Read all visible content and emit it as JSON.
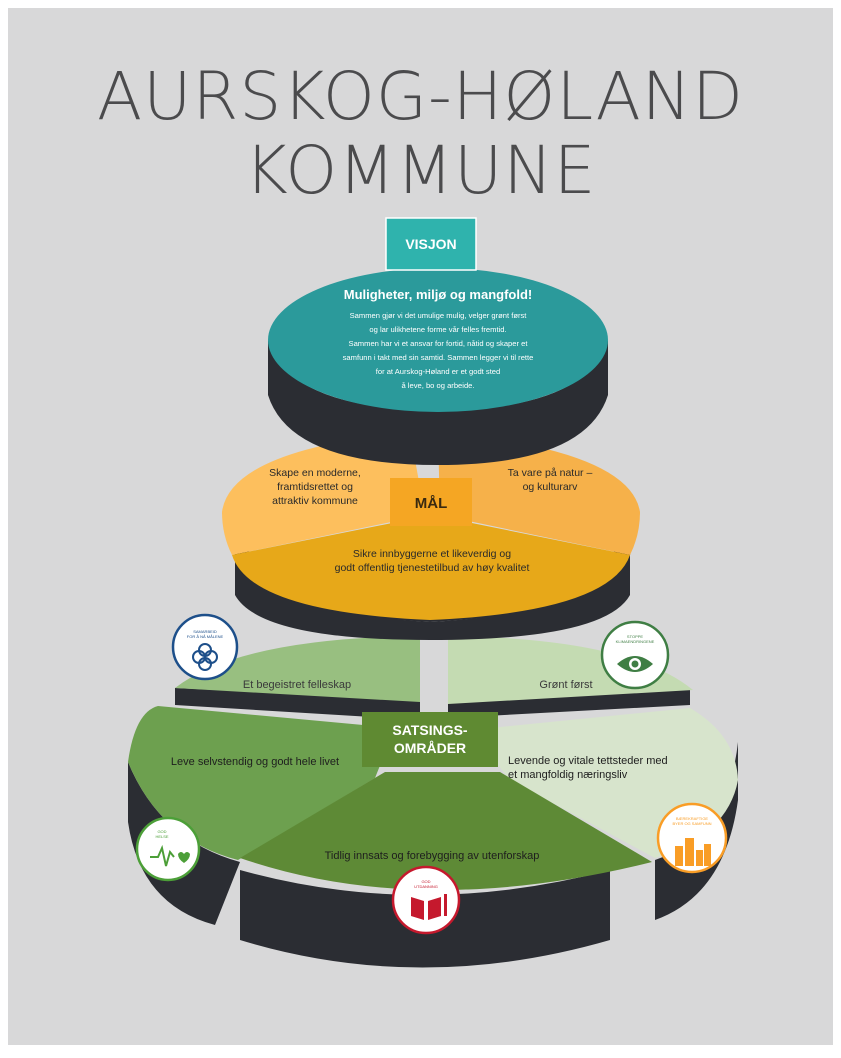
{
  "title": {
    "line1": "AURSKOG-HØLAND",
    "line2": "KOMMUNE"
  },
  "colors": {
    "background": "#d8d8d9",
    "teal": "#2b9a9b",
    "teal_label": "#2fb3ad",
    "dark": "#2b2d33",
    "orange_light": "#fdbf5d",
    "orange_mid": "#f6b14a",
    "orange_dark": "#e7a819",
    "mal_label": "#f5a623",
    "green_light": "#98bf80",
    "green_mid": "#6da04f",
    "green_dark": "#5e8a36",
    "green_pale": "#d7e4cc",
    "satsing_label": "#5f8a32"
  },
  "visjon": {
    "label": "VISJON",
    "heading": "Muligheter, miljø og mangfold!",
    "lines": [
      "Sammen gjør vi det umulige mulig, velger grønt først",
      "og lar ulikhetene forme vår felles fremtid.",
      "Sammen har vi et ansvar for fortid, nåtid og skaper et",
      "samfunn i takt med sin samtid. Sammen legger vi til rette",
      "for at Aurskog-Høland er et godt sted",
      "å leve, bo og arbeide."
    ]
  },
  "mal": {
    "label": "MÅL",
    "left": [
      "Skape en moderne,",
      "framtidsrettet og",
      "attraktiv kommune"
    ],
    "right": [
      "Ta vare på natur –",
      "og kulturarv"
    ],
    "bottom": [
      "Sikre innbyggerne et likeverdig og",
      "godt offentlig tjenestetilbud av høy kvalitet"
    ]
  },
  "satsing": {
    "label": [
      "SATSINGS-",
      "OMRÅDER"
    ],
    "top_left": "Et begeistret felleskap",
    "top_right": "Grønt først",
    "left": "Leve selvstendig og godt hele livet",
    "right": [
      "Levende og vitale tettsteder med",
      "et mangfoldig næringsliv"
    ],
    "bottom": "Tidlig innsats og forebygging av utenforskap"
  },
  "icons": {
    "partnership": {
      "icon": "flower-icon",
      "label": [
        "SAMARBEID",
        "FOR Å NÅ MÅLENE"
      ]
    },
    "climate": {
      "icon": "earth-eye-icon",
      "label": [
        "STOPPE",
        "KLIMAENDRINGENE"
      ]
    },
    "health": {
      "icon": "heartbeat-icon",
      "label": [
        "GOD",
        "HELSE"
      ]
    },
    "cities": {
      "icon": "buildings-icon",
      "label": [
        "BÆREKRAFTIGE",
        "BYER OG SAMFUNN"
      ]
    },
    "education": {
      "icon": "book-icon",
      "label": [
        "GOD",
        "UTDANNING"
      ]
    }
  }
}
